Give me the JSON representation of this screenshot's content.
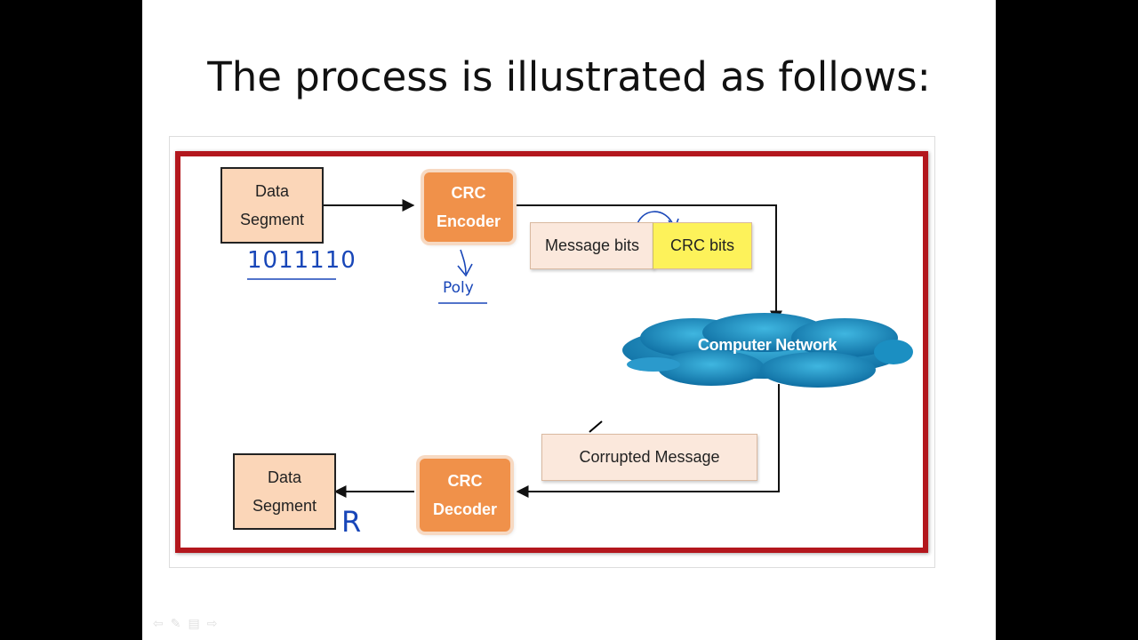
{
  "slide": {
    "title": "The process is illustrated as follows:"
  },
  "diagram": {
    "sender": {
      "data_line1": "Data",
      "data_line2": "Segment",
      "encoder_line1": "CRC",
      "encoder_line2": "Encoder"
    },
    "frame": {
      "message_bits": "Message bits",
      "crc_bits": "CRC bits"
    },
    "network": {
      "label": "Computer Network"
    },
    "received": {
      "label": "Corrupted Message"
    },
    "receiver": {
      "decoder_line1": "CRC",
      "decoder_line2": "Decoder",
      "data_line1": "Data",
      "data_line2": "Segment"
    }
  },
  "annotations": {
    "bits": "1011110",
    "poly": "Poly",
    "remainder": "R"
  },
  "colors": {
    "border_red": "#b3171d",
    "crc_orange": "#f0914a",
    "data_peach": "#fbd6b8",
    "crc_bits_yellow": "#fdf25a",
    "cloud_blue": "#1b8fc2",
    "ink_blue": "#1846b8"
  }
}
